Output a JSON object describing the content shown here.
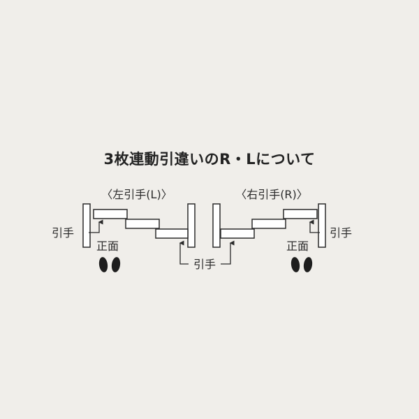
{
  "title": "3枚連動引違いのR・Lについて",
  "left_panel": {
    "heading": "〈左引手(L)〉",
    "handle_label": "引手",
    "front_label": "正面"
  },
  "right_panel": {
    "heading": "〈右引手(R)〉",
    "handle_label": "引手",
    "front_label": "正面"
  },
  "center_handle_label": "引手"
}
